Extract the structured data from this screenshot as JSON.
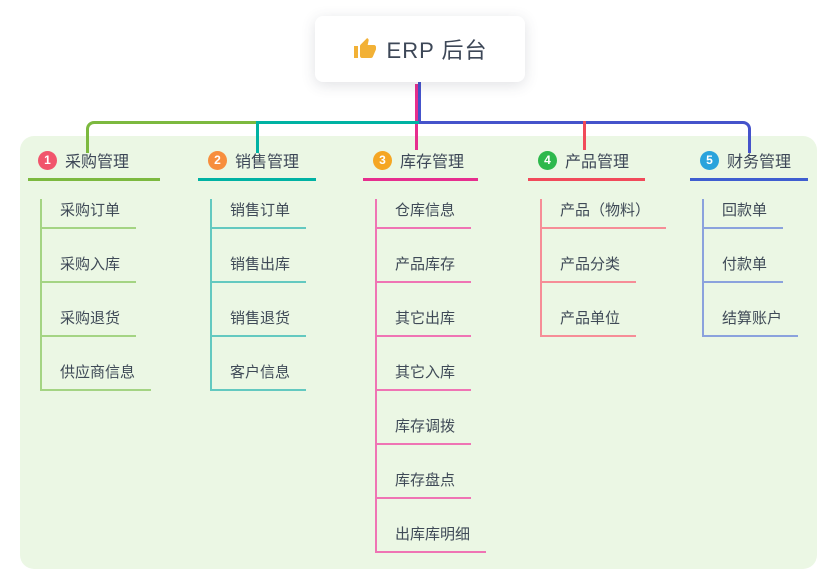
{
  "root": {
    "label": "ERP 后台",
    "icon": "thumbs-up"
  },
  "colors": {
    "panel_bg": "#ebf7e4",
    "root_connector_blue": "#4553cb",
    "segment_green": "#7cb93f",
    "segment_teal": "#00b2a3",
    "segment_blue": "#4553cb",
    "drop_magenta": "#e62e8e",
    "drop_red": "#f14a5a",
    "text": "#3d4757",
    "thumb_yellow": "#f2b136"
  },
  "branches": [
    {
      "num": "1",
      "title": "采购管理",
      "badge_color": "#f1556c",
      "line_color": "#7cb93f",
      "child_line_color": "#a4d483",
      "children": [
        "采购订单",
        "采购入库",
        "采购退货",
        "供应商信息"
      ]
    },
    {
      "num": "2",
      "title": "销售管理",
      "badge_color": "#f78e3d",
      "line_color": "#00b2a3",
      "child_line_color": "#63c9c0",
      "children": [
        "销售订单",
        "销售出库",
        "销售退货",
        "客户信息"
      ]
    },
    {
      "num": "3",
      "title": "库存管理",
      "badge_color": "#f5a623",
      "line_color": "#e62e8e",
      "child_line_color": "#ef74b4",
      "children": [
        "仓库信息",
        "产品库存",
        "其它出库",
        "其它入库",
        "库存调拨",
        "库存盘点",
        "出库库明细"
      ]
    },
    {
      "num": "4",
      "title": "产品管理",
      "badge_color": "#2db84c",
      "line_color": "#f14a5a",
      "child_line_color": "#f68d97",
      "children": [
        "产品（物料）",
        "产品分类",
        "产品单位"
      ]
    },
    {
      "num": "5",
      "title": "财务管理",
      "badge_color": "#29a3dc",
      "line_color": "#3f5ed0",
      "child_line_color": "#8ba2dd",
      "children": [
        "回款单",
        "付款单",
        "结算账户"
      ]
    }
  ]
}
